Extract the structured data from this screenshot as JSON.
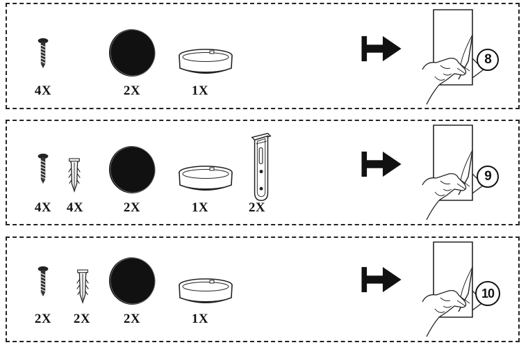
{
  "steps": [
    {
      "parts": [
        {
          "icon": "screw-icon",
          "qty": "4X"
        },
        {
          "icon": "round-pad-icon",
          "qty": "2X"
        },
        {
          "icon": "ring-collar-icon",
          "qty": "1X"
        }
      ],
      "next_page": "8"
    },
    {
      "parts": [
        {
          "icon": "screw-icon",
          "qty": "4X"
        },
        {
          "icon": "wall-plug-icon",
          "qty": "4X"
        },
        {
          "icon": "round-pad-icon",
          "qty": "2X"
        },
        {
          "icon": "ring-collar-icon",
          "qty": "1X"
        },
        {
          "icon": "wall-bracket-icon",
          "qty": "2X"
        }
      ],
      "next_page": "9"
    },
    {
      "parts": [
        {
          "icon": "screw-icon",
          "qty": "2X"
        },
        {
          "icon": "wall-plug-icon",
          "qty": "2X"
        },
        {
          "icon": "round-pad-icon",
          "qty": "2X"
        },
        {
          "icon": "ring-collar-icon",
          "qty": "1X"
        }
      ],
      "next_page": "10"
    }
  ],
  "icons": {
    "arrow": "arrow-right-icon",
    "page_turn": "page-turn-hand-icon"
  }
}
